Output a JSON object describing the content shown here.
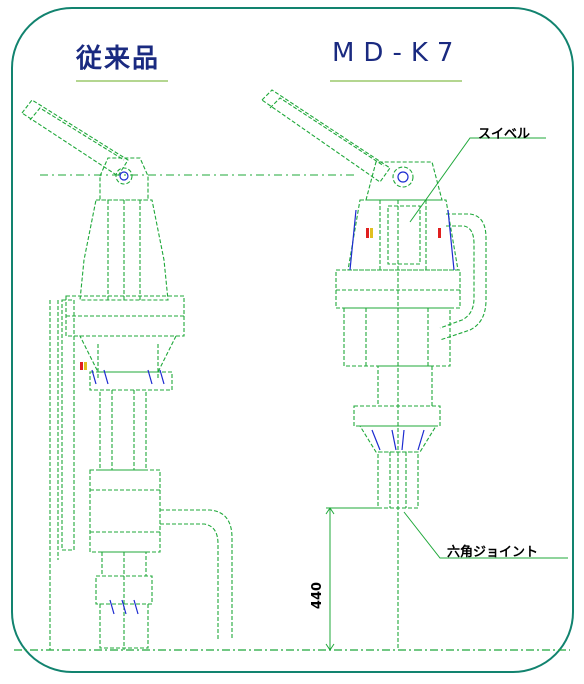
{
  "labels": {
    "left_title": "従来品",
    "right_title": "MD-K7",
    "swivel": "スイベル",
    "hex_joint": "六角ジョイント",
    "dimension": "440"
  },
  "colors": {
    "frame": "#12836f",
    "drawing": "#1fa83a",
    "accent": "#1c2bd0",
    "title": "#1a2a80",
    "title_rule": "#9cc86c"
  }
}
